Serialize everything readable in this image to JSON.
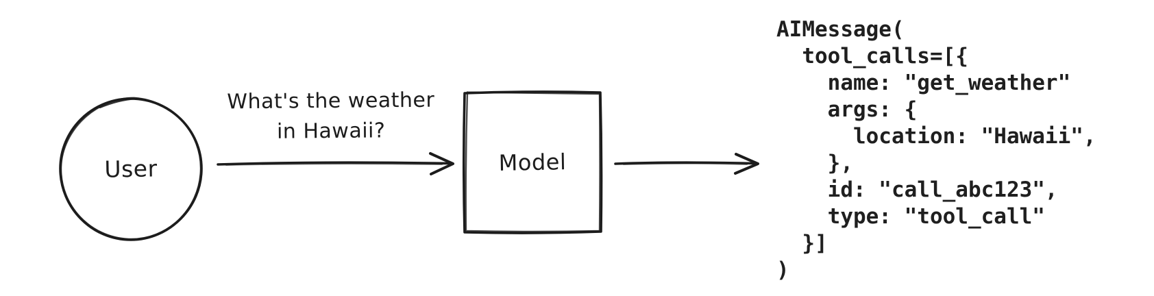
{
  "colors": {
    "ink": "#1c1c1c",
    "code_text": "#1f1f1f",
    "background": "#ffffff"
  },
  "diagram": {
    "user_node": {
      "label": "User"
    },
    "request_message": {
      "line1": "What's the weather",
      "line2": "in Hawaii?"
    },
    "model_node": {
      "label": "Model"
    },
    "output_code": {
      "lines": [
        "AIMessage(",
        "  tool_calls=[{",
        "    name: \"get_weather\"",
        "    args: {",
        "      location: \"Hawaii\",",
        "    },",
        "    id: \"call_abc123\",",
        "    type: \"tool_call\"",
        "  }]",
        ")"
      ]
    }
  }
}
